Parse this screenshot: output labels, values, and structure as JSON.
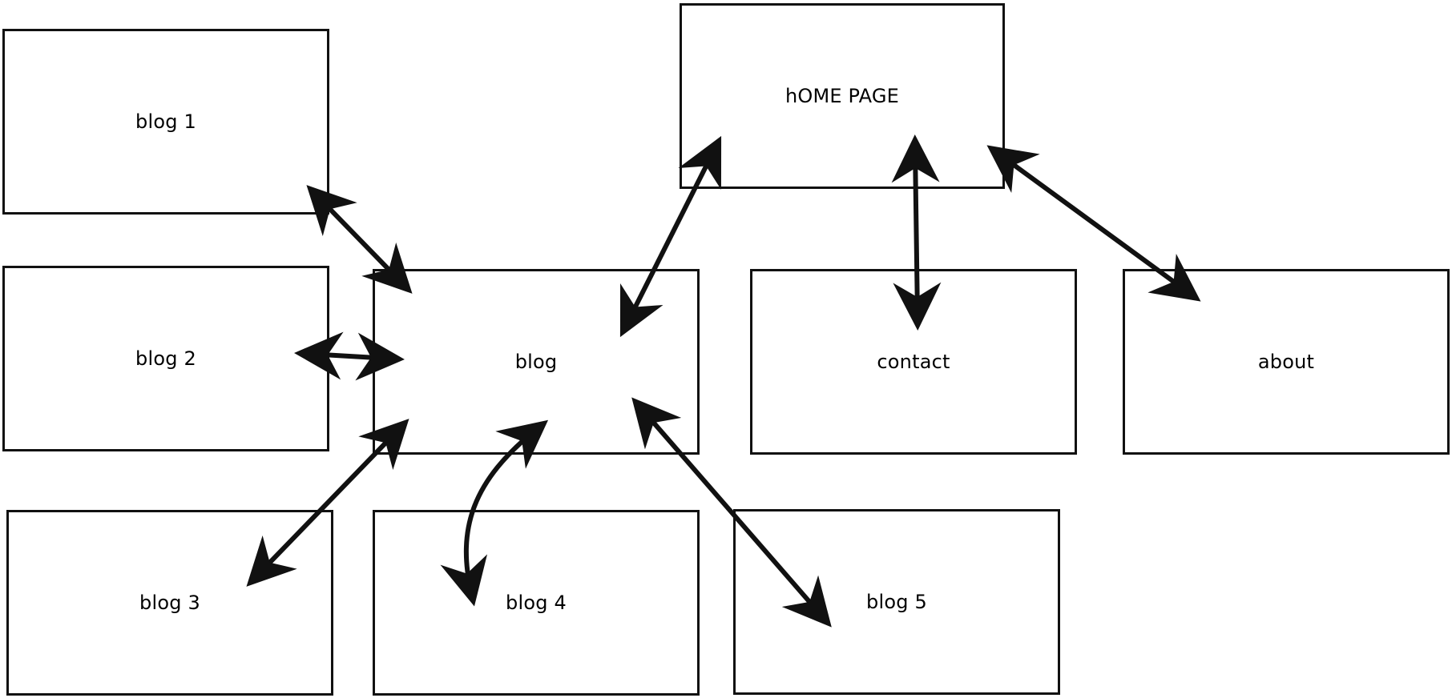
{
  "nodes": {
    "home": {
      "label": "hOME PAGE"
    },
    "blog": {
      "label": "blog"
    },
    "contact": {
      "label": "contact"
    },
    "about": {
      "label": "about"
    },
    "blog1": {
      "label": "blog 1"
    },
    "blog2": {
      "label": "blog 2"
    },
    "blog3": {
      "label": "blog 3"
    },
    "blog4": {
      "label": "blog 4"
    },
    "blog5": {
      "label": "blog 5"
    }
  },
  "edges": [
    {
      "from": "home",
      "to": "blog",
      "direction": "both"
    },
    {
      "from": "home",
      "to": "contact",
      "direction": "both"
    },
    {
      "from": "home",
      "to": "about",
      "direction": "both"
    },
    {
      "from": "blog",
      "to": "blog1",
      "direction": "both"
    },
    {
      "from": "blog",
      "to": "blog2",
      "direction": "both"
    },
    {
      "from": "blog",
      "to": "blog3",
      "direction": "both"
    },
    {
      "from": "blog",
      "to": "blog4",
      "direction": "both"
    },
    {
      "from": "blog",
      "to": "blog5",
      "direction": "both"
    }
  ],
  "colors": {
    "stroke": "#111111",
    "background": "#ffffff"
  }
}
